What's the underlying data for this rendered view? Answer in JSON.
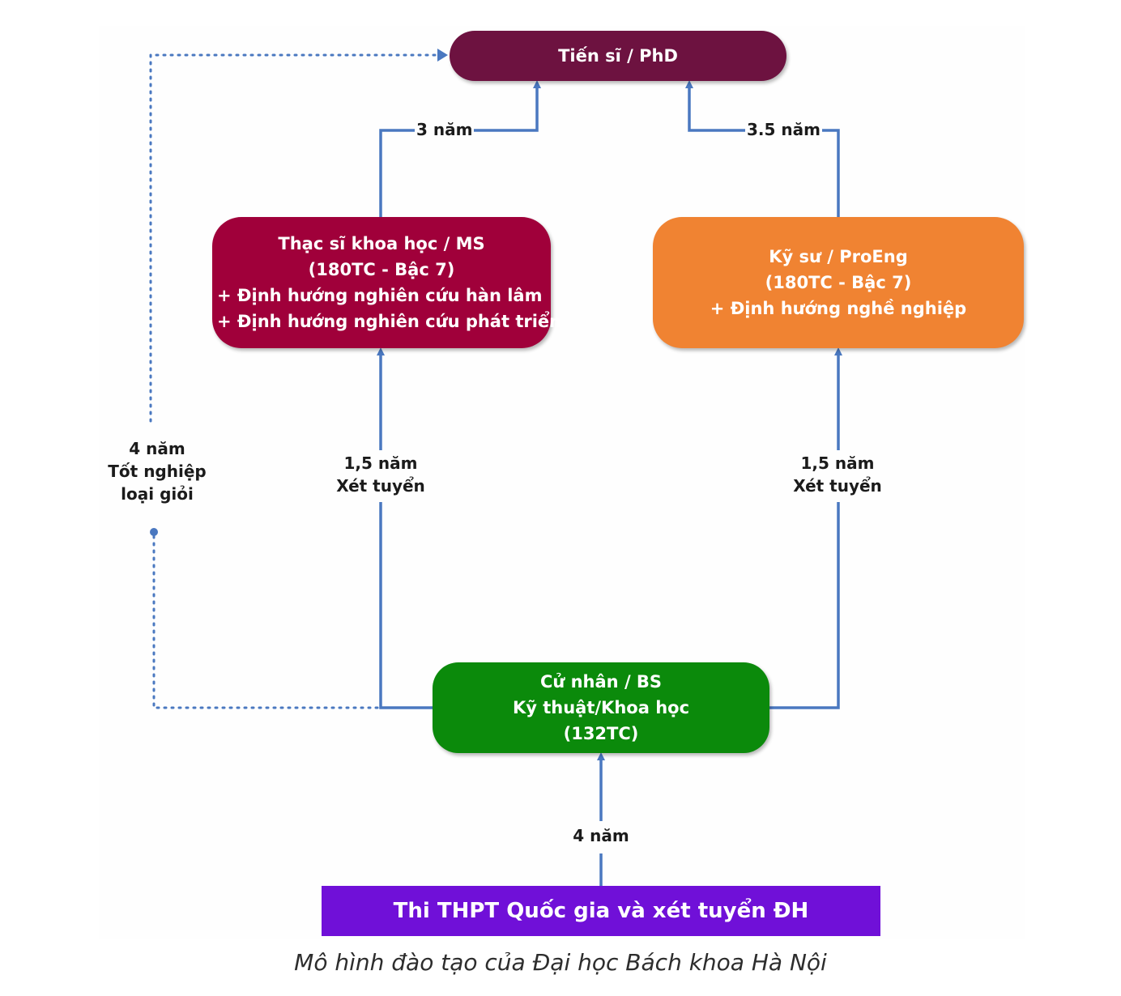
{
  "nodes": {
    "phd": {
      "label": "Tiến sĩ / PhD"
    },
    "ms": {
      "lines": [
        "Thạc sĩ khoa học  / MS",
        "(180TC - Bậc 7)",
        "+ Định hướng nghiên cứu hàn lâm",
        "+ Định hướng nghiên cứu phát triển"
      ]
    },
    "eng": {
      "lines": [
        "Kỹ sư / ProEng",
        "(180TC - Bậc 7)",
        "+ Định hướng nghề nghiệp"
      ]
    },
    "bs": {
      "lines": [
        "Cử nhân / BS",
        "Kỹ thuật/Khoa học",
        "(132TC)"
      ]
    },
    "exam": {
      "label": "Thi THPT Quốc gia và xét tuyển ĐH"
    }
  },
  "edges": {
    "ms_to_phd": "3 năm",
    "eng_to_phd": "3.5 năm",
    "bs_to_ms": [
      "1,5 năm",
      "Xét tuyển"
    ],
    "bs_to_eng": [
      "1,5 năm",
      "Xét tuyển"
    ],
    "exam_to_bs": "4 năm",
    "bs_to_phd_direct": [
      "4 năm",
      "Tốt nghiệp",
      "loại giỏi"
    ]
  },
  "caption": "Mô hình đào tạo của  Đại học Bách khoa Hà Nội",
  "colors": {
    "phd": "#6d1240",
    "ms": "#a0003a",
    "eng": "#f08332",
    "bs": "#0b8a0b",
    "exam": "#7010d8",
    "connector": "#4a78c0"
  }
}
